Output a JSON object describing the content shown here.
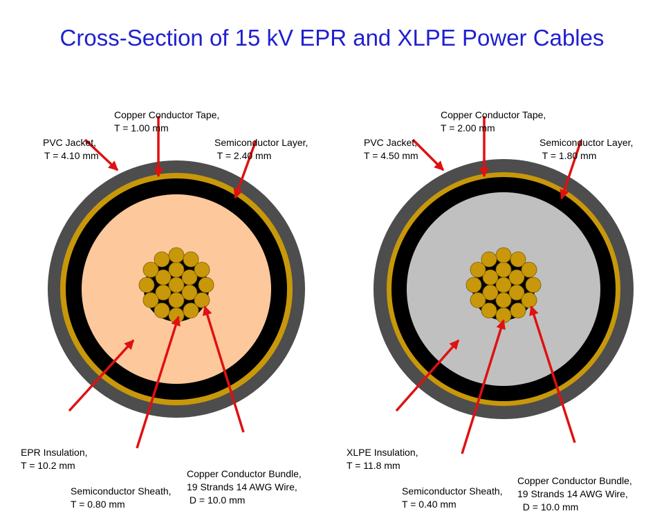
{
  "title": "Cross-Section of 15 kV EPR and XLPE Power Cables",
  "colors": {
    "title": "#1f1fcf",
    "jacket": "#4d4d4d",
    "tape": "#c8980a",
    "semicon": "#000000",
    "epr_insulation": "#fdc89c",
    "xlpe_insulation": "#c0c0c0",
    "strand": "#c8980a",
    "arrow": "#e01010"
  },
  "cables": [
    {
      "id": "epr",
      "labels": {
        "tape": [
          "Copper Conductor Tape,",
          "T = 1.00 mm"
        ],
        "jacket": [
          "PVC Jacket,",
          "T = 4.10 mm"
        ],
        "semicon_layer": [
          "Semiconductor Layer,",
          " T = 2.40 mm"
        ],
        "insulation": [
          "EPR Insulation,",
          "T = 10.2 mm"
        ],
        "sheath": [
          "Semiconductor Sheath,",
          "T = 0.80 mm"
        ],
        "bundle": [
          "Copper Conductor Bundle,",
          "19 Strands 14 AWG Wire,",
          " D = 10.0 mm"
        ]
      }
    },
    {
      "id": "xlpe",
      "labels": {
        "tape": [
          "Copper Conductor Tape,",
          "T = 2.00 mm"
        ],
        "jacket": [
          "PVC Jacket,",
          "T = 4.50 mm"
        ],
        "semicon_layer": [
          "Semiconductor Layer,",
          " T = 1.80 mm"
        ],
        "insulation": [
          "XLPE Insulation,",
          "T = 11.8 mm"
        ],
        "sheath": [
          "Semiconductor Sheath,",
          "T = 0.40 mm"
        ],
        "bundle": [
          "Copper Conductor Bundle,",
          "19 Strands 14 AWG Wire,",
          "  D = 10.0 mm"
        ]
      }
    }
  ]
}
